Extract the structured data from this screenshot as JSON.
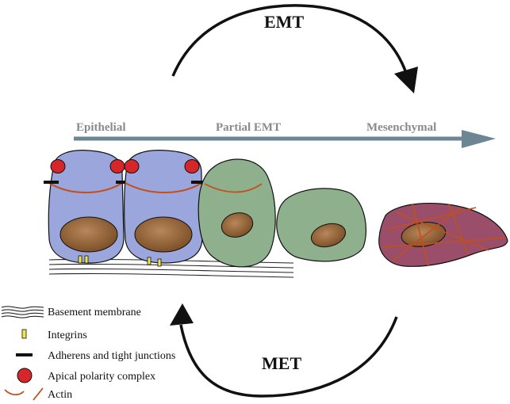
{
  "title_top": "EMT",
  "title_bottom": "MET",
  "stages": [
    "Epithelial",
    "Partial EMT",
    "Mesenchymal"
  ],
  "legend": [
    {
      "icon": "basement-membrane-icon",
      "label": "Basement membrane"
    },
    {
      "icon": "integrin-icon",
      "label": "Integrins"
    },
    {
      "icon": "junction-icon",
      "label": "Adherens and tight junctions"
    },
    {
      "icon": "apical-complex-icon",
      "label": "Apical polarity complex"
    },
    {
      "icon": "actin-icon",
      "label": "Actin"
    }
  ],
  "colors": {
    "epithelial_cell": "#9aa6dc",
    "partial_cell": "#8fb08c",
    "mesenchymal_cell": "#9a4e6a",
    "nucleus": "#9a6a3c",
    "actin": "#c0501e",
    "polarity": "#d7262a",
    "integrin": "#f2e44b",
    "arrow": "#6e8593"
  }
}
